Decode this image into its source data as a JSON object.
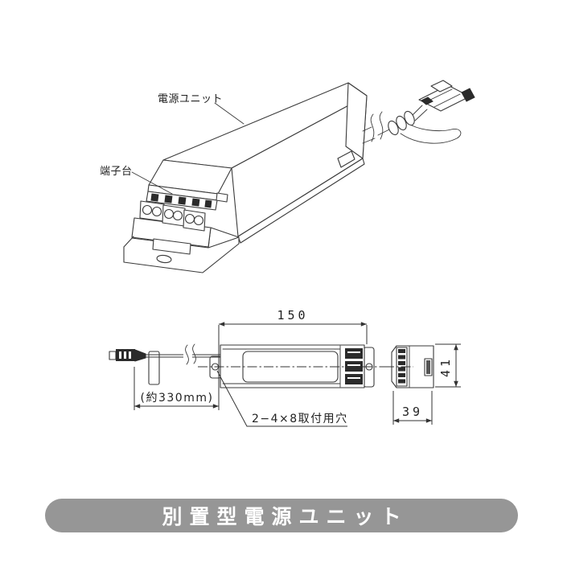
{
  "iso_view": {
    "power_unit_label": "電源ユニット",
    "terminal_block_label": "端子台"
  },
  "dimension_view": {
    "length_mm": "150",
    "cable_length": "(約330mm)",
    "mounting_hole_note": "2−4×8取付用穴",
    "height_mm": "41",
    "depth_mm": "39"
  },
  "banner": {
    "title": "別置型電源ユニット",
    "bg_color": "#969696",
    "text_color": "#ffffff"
  },
  "drawing": {
    "line_color": "#3a3a3a",
    "background": "#ffffff"
  }
}
